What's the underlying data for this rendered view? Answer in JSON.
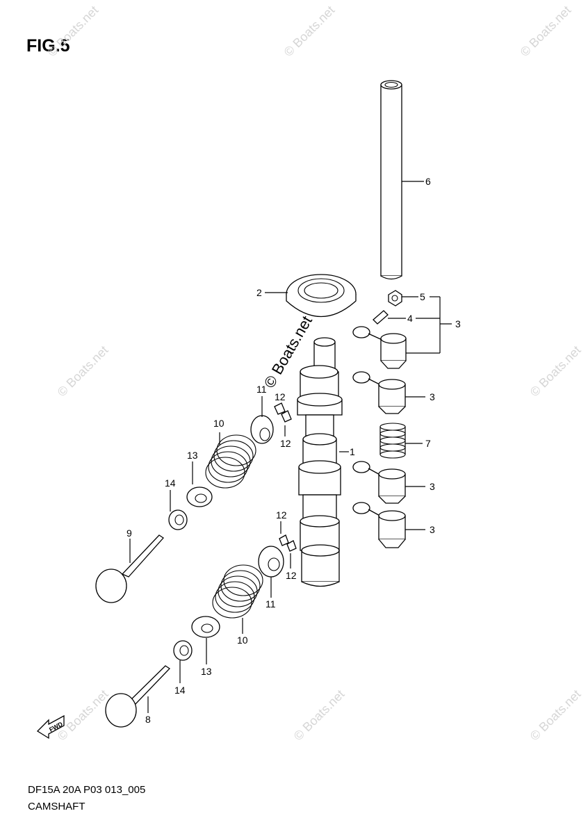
{
  "figure": {
    "title": "FIG.5",
    "model_code": "DF15A 20A P03 013_005",
    "section_name": "CAMSHAFT",
    "fwd_label": "FWD"
  },
  "watermark": {
    "text": "© Boats.net",
    "center_text": "© Boats.net"
  },
  "callouts": {
    "c1": "1",
    "c2": "2",
    "c3a": "3",
    "c3b": "3",
    "c3c": "3",
    "c3d": "3",
    "c4": "4",
    "c5": "5",
    "c6": "6",
    "c7": "7",
    "c8": "8",
    "c9": "9",
    "c10a": "10",
    "c10b": "10",
    "c11a": "11",
    "c11b": "11",
    "c12a": "12",
    "c12b": "12",
    "c12c": "12",
    "c12d": "12",
    "c13a": "13",
    "c13b": "13",
    "c14a": "14",
    "c14b": "14"
  }
}
